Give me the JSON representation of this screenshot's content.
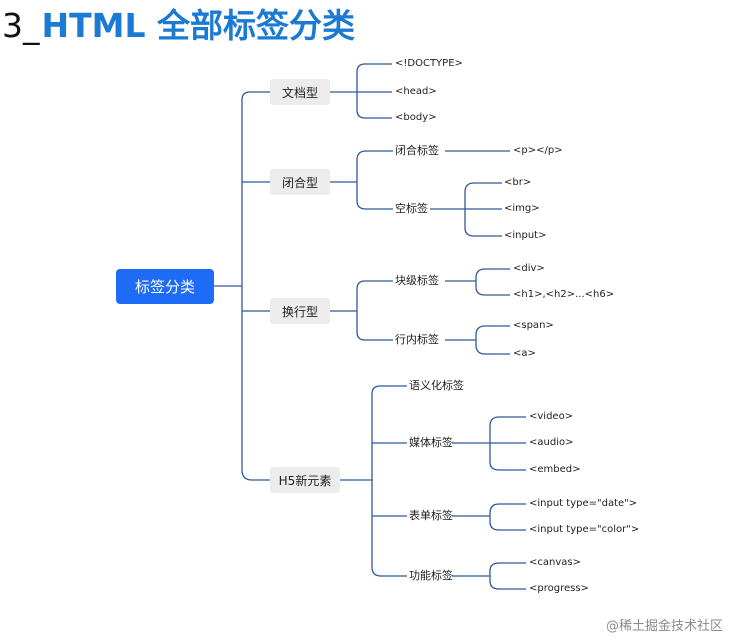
{
  "title": {
    "number": "3_",
    "text": "HTML 全部标签分类"
  },
  "root": "标签分类",
  "categories": [
    "文档型",
    "闭合型",
    "换行型",
    "H5新元素"
  ],
  "subs": [
    "闭合标签",
    "空标签",
    "块级标签",
    "行内标签",
    "语义化标签",
    "媒体标签",
    "表单标签",
    "功能标签"
  ],
  "leaves": [
    "<!DOCTYPE>",
    "<head>",
    "<body>",
    "<p></p>",
    "<br>",
    "<img>",
    "<input>",
    "<div>",
    "<h1>,<h2>...<h6>",
    "<span>",
    "<a>",
    "<video>",
    "<audio>",
    "<embed>",
    "<input type=\"date\">",
    "<input type=\"color\">",
    "<canvas>",
    "<progress>"
  ],
  "watermark": "@稀土掘金技术社区",
  "colors": {
    "line": "#2f5a9a",
    "root_bg": "#1e6bf5",
    "title": "#1a7ad4",
    "box_bg": "#ececec"
  }
}
